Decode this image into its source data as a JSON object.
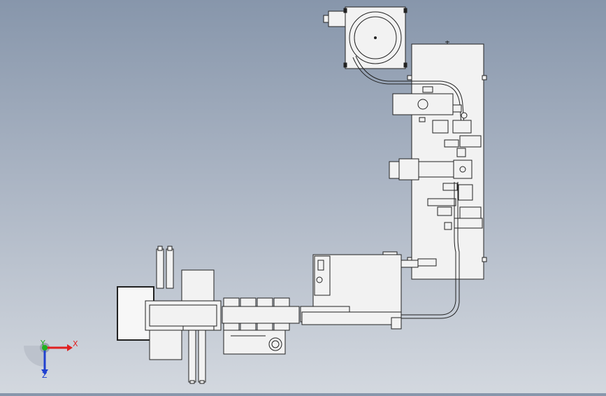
{
  "triad": {
    "x_label": "X",
    "y_label": "Y",
    "z_label": "Z",
    "x_color": "#e02020",
    "y_color": "#20b020",
    "z_color": "#2040d0"
  },
  "colors": {
    "part_fill": "#f2f2f2",
    "part_stroke": "#222222",
    "dark_block": "#1a1a1a"
  }
}
